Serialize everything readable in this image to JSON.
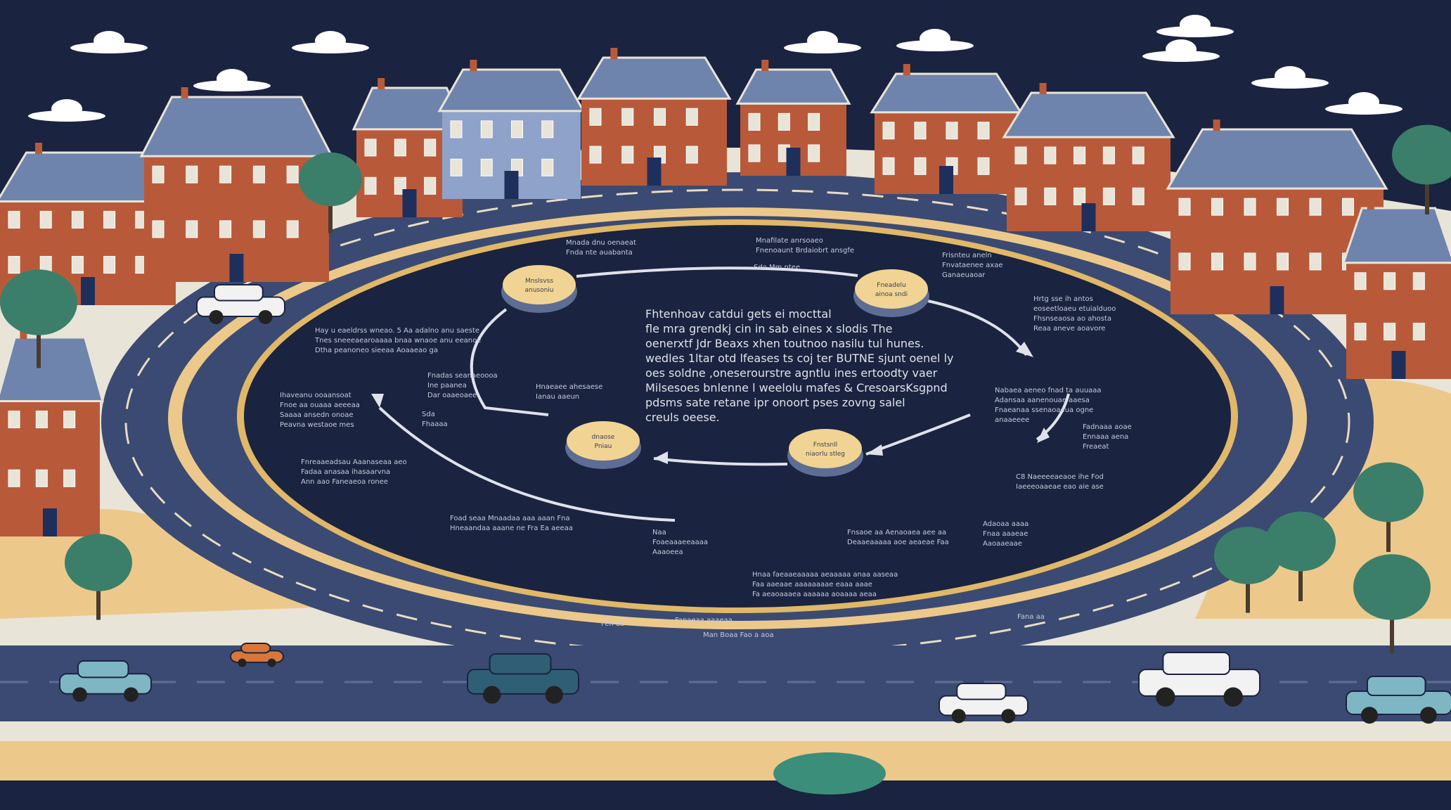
{
  "colors": {
    "sky": "#1a2340",
    "road": "#3b4a72",
    "curb": "#e9dcc0",
    "sand": "#ecc98b",
    "node": "#f1d493",
    "brick": "#b85a3a",
    "roof": "#6e84ad",
    "arrow": "#dfe2ea"
  },
  "central_text": [
    "Fhtenhoav catdui gets ei mocttal",
    "fle mra grendkj cin in sab eines x slodis The",
    "oenerxtf Jdr Beaxs xhen toutnoo nasilu tul hunes.",
    "wedles 1ltar otd lfeases ts coj ter BUTNE sjunt oenel ly",
    "oes soldne ,oneserourstre agntlu ines ertoodty vaer",
    "Milsesoes bnlenne l weelolu mafes & CresoarsKsgpnd",
    "pdsms sate retane ipr onoort pses zovng salel",
    "creuls oeese."
  ],
  "nodes": [
    {
      "label": "Mnslsvss",
      "sub": "anusoniu"
    },
    {
      "label": "Fneadelu",
      "sub": "ainoa sndi"
    },
    {
      "label": "dnaose",
      "sub": "Pniau"
    },
    {
      "label": "Fnstsnll",
      "sub": "niaorlu stleg"
    }
  ],
  "labels": [
    [
      "Mnada dnu oenaeat",
      "Fnda nte auabanta"
    ],
    [
      "Mnafilate anrsoaeo",
      "Fnenoaunt Brdaiobrt ansgfe"
    ],
    [
      "Sdo Mm ntee"
    ],
    [
      "Frisnteu aneln",
      "Fnvataenee axae",
      "Ganaeuaoar"
    ],
    [
      "Hrtg sse ih antos",
      "eoseetloaeu etuialduoo",
      "Fhsnseaosa ao ahosta",
      "Reaa aneve aoavore"
    ],
    [
      "Hay u eaeldrss wneao. 5 Aa adalno anu saeste",
      "Tnes sneeeaearoaaaa bnaa wnaoe anu eeanoe",
      "Dtha peanoneo sieeaa Aoaaeao ga"
    ],
    [
      "Ihaveanu ooaansoat",
      "Fnoe aa ouaaa aeeeaa",
      "Saaaa ansedn onoae",
      "Peavna westaoe mes"
    ],
    [
      "Fnreaaeadsau Aaanaseaa aeo",
      "Fadaa anasaa ihasaarvna",
      "Ann aao Faneaeoa ronee"
    ],
    [
      "Fnadas seanaeoooa",
      "Ine paanea",
      "Dar oaaeoaee"
    ],
    [
      "Hnaeaee ahesaese",
      "Ianau aaeun"
    ],
    [
      "Nabaea aeneo fnad ta auuaaa",
      "Adansaa aanenouae aaesa",
      "Fnaeanaa ssenaoaeua ogne",
      "anaaeeee"
    ],
    [
      "Fadnaaa aoae",
      "Ennaaa aena",
      "Freaeat"
    ],
    [
      "C8 Naeeeeaeaoe ihe Fod",
      "Iaeeeoaaeae eao aie ase"
    ],
    [
      "Foad seaa Mnaadaa aaa aaan Fna",
      "Hneaandaa aaane ne Fra Ea aeeaa"
    ],
    [
      "Naa",
      "Foaeaaaeeaaaa",
      "Aaaoeea"
    ],
    [
      "Fnsaoe aa Aenaoaea aee aa",
      "Deaaeaaaaa aoe aeaeae Faa"
    ],
    [
      "Adaoaa aaaa",
      "Fnaa aaaeae",
      "Aaoaaeaae"
    ],
    [
      "Hnaa faeaaeaaaaa aeaaaaa anaa aaseaa",
      "Faa aaeaae aaaaaaaae eaaa aaae",
      "Fa aeaoaaaea aaaaaa aoaaaa aeaa"
    ],
    [
      "Fanaeaa aaaeaa"
    ],
    [
      "Man Boaa Fao a aoa"
    ],
    [
      "Fen aa"
    ],
    [
      "Fana aa"
    ],
    [
      "Sda",
      "Fhaaaa"
    ]
  ]
}
